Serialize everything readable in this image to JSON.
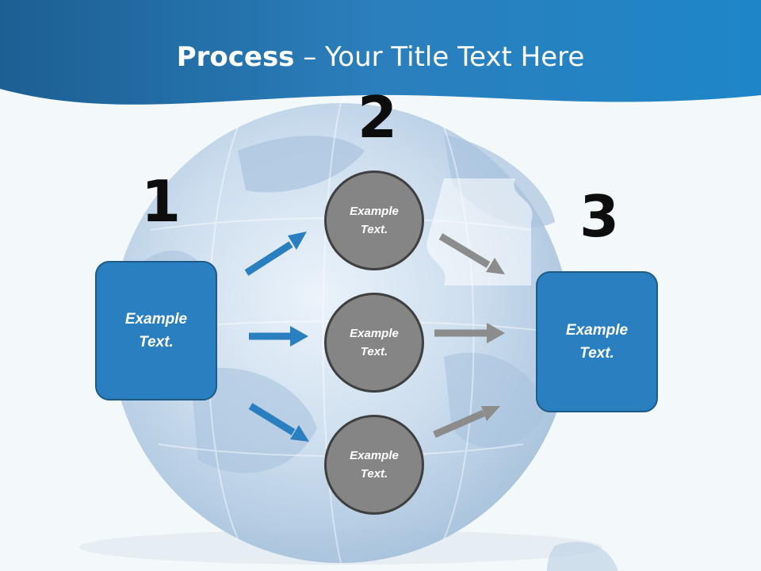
{
  "title": {
    "bold": "Process",
    "rest": " – Your Title Text Here"
  },
  "steps": [
    {
      "number": "1",
      "label": "Example Text."
    },
    {
      "number": "2",
      "labels": [
        "Example Text.",
        "Example Text.",
        "Example Text."
      ]
    },
    {
      "number": "3",
      "label": "Example Text."
    }
  ],
  "colors": {
    "accent_blue": "#2a7fc0",
    "header_blue": "#1f6fa8",
    "circle_gray": "#858585",
    "arrow_gray": "#8c8c8c"
  },
  "background": {
    "icon": "puzzle-globe-icon"
  }
}
